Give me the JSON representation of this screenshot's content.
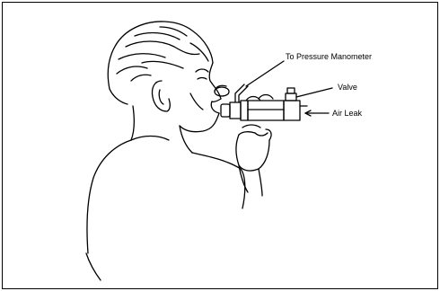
{
  "labels": {
    "pressure": "To Pressure Manometer",
    "valve": "Valve",
    "air_leak": "Air Leak"
  },
  "colors": {
    "line": "#000000",
    "background": "#ffffff"
  }
}
